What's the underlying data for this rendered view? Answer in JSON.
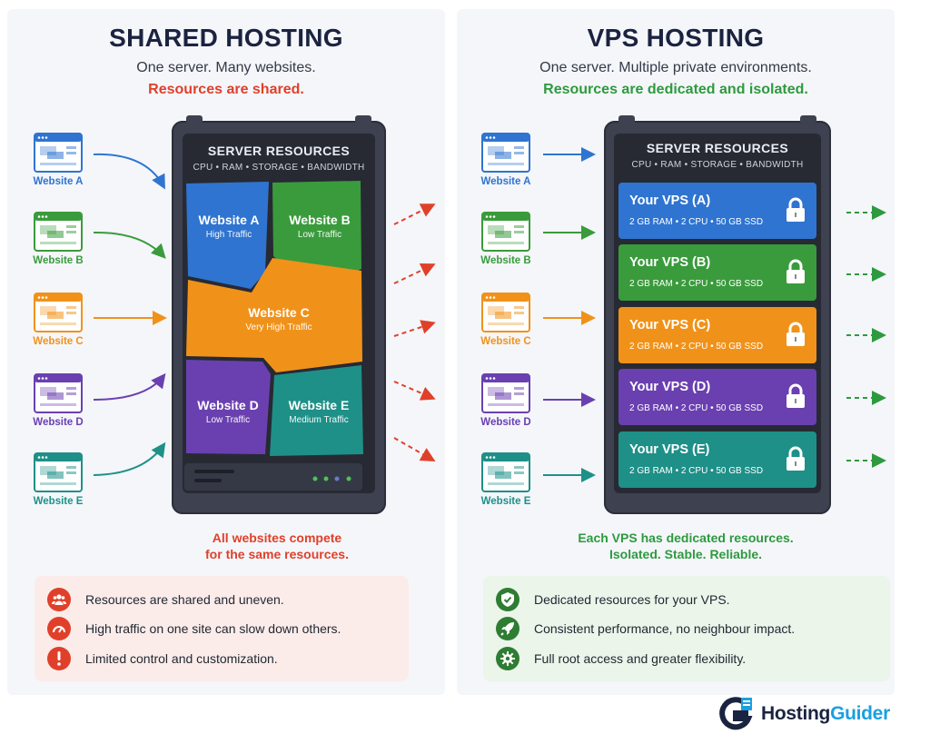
{
  "shared": {
    "title": "SHARED HOSTING",
    "subtitle": "One server. Many websites.",
    "tagline": "Resources are shared.",
    "server_title": "SERVER RESOURCES",
    "server_sub": "CPU • RAM • STORAGE • BANDWIDTH",
    "websites": [
      {
        "label": "Website A",
        "color": "#2f74d0"
      },
      {
        "label": "Website B",
        "color": "#3a9b3c"
      },
      {
        "label": "Website C",
        "color": "#f0921a"
      },
      {
        "label": "Website D",
        "color": "#6a40b0"
      },
      {
        "label": "Website E",
        "color": "#1e9088"
      }
    ],
    "tiles": [
      {
        "name": "Website A",
        "traffic": "High Traffic"
      },
      {
        "name": "Website B",
        "traffic": "Low Traffic"
      },
      {
        "name": "Website C",
        "traffic": "Very High Traffic"
      },
      {
        "name": "Website D",
        "traffic": "Low Traffic"
      },
      {
        "name": "Website E",
        "traffic": "Medium Traffic"
      }
    ],
    "note_line1": "All websites compete",
    "note_line2": "for the same resources.",
    "points": [
      {
        "text": "Resources are shared and uneven.",
        "icon": "users-icon"
      },
      {
        "text": "High traffic on one site can slow down others.",
        "icon": "speedometer-icon"
      },
      {
        "text": "Limited control and customization.",
        "icon": "exclamation-icon"
      }
    ]
  },
  "vps": {
    "title": "VPS HOSTING",
    "subtitle": "One server. Multiple private environments.",
    "tagline": "Resources are dedicated and isolated.",
    "server_title": "SERVER RESOURCES",
    "server_sub": "CPU • RAM • STORAGE • BANDWIDTH",
    "websites": [
      {
        "label": "Website A",
        "color": "#2f74d0"
      },
      {
        "label": "Website B",
        "color": "#3a9b3c"
      },
      {
        "label": "Website C",
        "color": "#f0921a"
      },
      {
        "label": "Website D",
        "color": "#6a40b0"
      },
      {
        "label": "Website E",
        "color": "#1e9088"
      }
    ],
    "slots": [
      {
        "name": "Your VPS (A)",
        "spec": "2 GB RAM  •  2 CPU  •  50 GB SSD",
        "color": "#2f74d0"
      },
      {
        "name": "Your VPS (B)",
        "spec": "2 GB RAM  •  2 CPU  •  50 GB SSD",
        "color": "#3a9b3c"
      },
      {
        "name": "Your VPS (C)",
        "spec": "2 GB RAM  •  2 CPU  •  50 GB SSD",
        "color": "#f0921a"
      },
      {
        "name": "Your VPS (D)",
        "spec": "2 GB RAM  •  2 CPU  •  50 GB SSD",
        "color": "#6a40b0"
      },
      {
        "name": "Your VPS (E)",
        "spec": "2 GB RAM  •  2 CPU  •  50 GB SSD",
        "color": "#1e9088"
      }
    ],
    "note_line1": "Each VPS has dedicated resources.",
    "note_line2": "Isolated. Stable. Reliable.",
    "points": [
      {
        "text": "Dedicated resources for your VPS.",
        "icon": "shield-check-icon"
      },
      {
        "text": "Consistent performance, no neighbour impact.",
        "icon": "rocket-icon"
      },
      {
        "text": "Full root access and greater flexibility.",
        "icon": "gear-icon"
      }
    ]
  },
  "brand": {
    "name_main": "Hosting",
    "name_accent": "Guider"
  },
  "colors": {
    "red": "#e0402a",
    "green": "#2e9a3e",
    "navy": "#1b2340"
  }
}
